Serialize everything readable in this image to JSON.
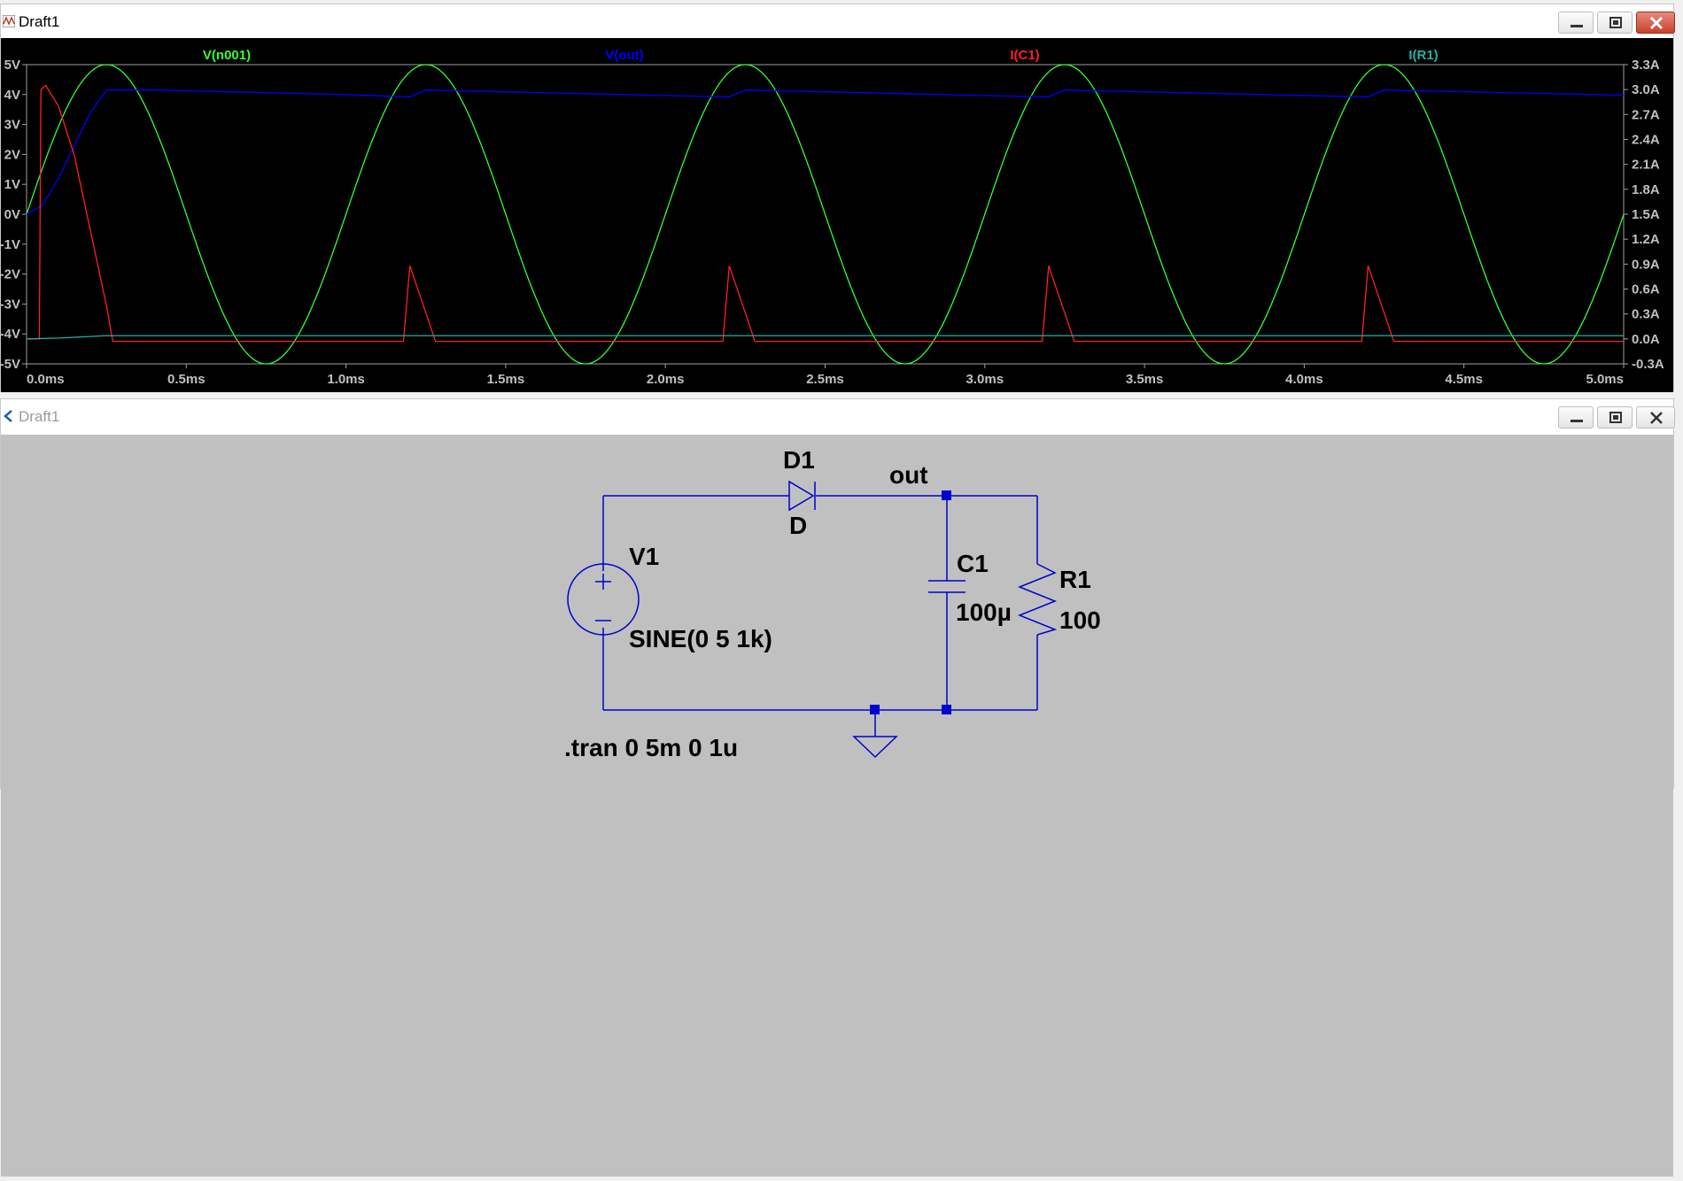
{
  "plot_window": {
    "title": "Draft1",
    "buttons": {
      "minimize": "minimize",
      "maximize": "maximize",
      "close": "close"
    }
  },
  "schematic_window": {
    "title": "Draft1",
    "buttons": {
      "minimize": "minimize",
      "maximize": "maximize",
      "close": "close"
    }
  },
  "chart_data": {
    "type": "line",
    "x_ticks": [
      "0.0ms",
      "0.5ms",
      "1.0ms",
      "1.5ms",
      "2.0ms",
      "2.5ms",
      "3.0ms",
      "3.5ms",
      "4.0ms",
      "4.5ms",
      "5.0ms"
    ],
    "xlim": [
      0,
      5
    ],
    "xunit": "ms",
    "left_ticks": [
      "5V",
      "4V",
      "3V",
      "2V",
      "1V",
      "0V",
      "-1V",
      "-2V",
      "-3V",
      "-4V",
      "-5V"
    ],
    "left_ylim": [
      -5,
      5
    ],
    "right_ticks": [
      "3.3A",
      "3.0A",
      "2.7A",
      "2.4A",
      "2.1A",
      "1.8A",
      "1.5A",
      "1.2A",
      "0.9A",
      "0.6A",
      "0.3A",
      "0.0A",
      "-0.3A"
    ],
    "right_ylim": [
      -0.3,
      3.3
    ],
    "series": [
      {
        "name": "V(n001)",
        "color": "#33ff33",
        "axis": "left",
        "kind": "sine",
        "amplitude": 5,
        "frequency_khz": 1
      },
      {
        "name": "V(out)",
        "color": "#0000ff",
        "axis": "left",
        "points": [
          [
            0,
            0
          ],
          [
            0.05,
            0.3
          ],
          [
            0.1,
            1.2
          ],
          [
            0.15,
            2.3
          ],
          [
            0.2,
            3.4
          ],
          [
            0.25,
            4.15
          ],
          [
            0.4,
            4.15
          ],
          [
            1.0,
            4.0
          ],
          [
            1.2,
            3.92
          ],
          [
            1.25,
            4.15
          ],
          [
            2.2,
            3.92
          ],
          [
            2.25,
            4.15
          ],
          [
            3.2,
            3.92
          ],
          [
            3.25,
            4.15
          ],
          [
            4.2,
            3.92
          ],
          [
            4.25,
            4.15
          ],
          [
            5.0,
            3.98
          ]
        ]
      },
      {
        "name": "I(C1)",
        "color": "#ff2020",
        "axis": "right",
        "points": [
          [
            0,
            0
          ],
          [
            0.04,
            0
          ],
          [
            0.045,
            3.0
          ],
          [
            0.06,
            3.05
          ],
          [
            0.1,
            2.8
          ],
          [
            0.15,
            2.2
          ],
          [
            0.2,
            1.3
          ],
          [
            0.25,
            0.4
          ],
          [
            0.27,
            -0.03
          ],
          [
            1.18,
            -0.03
          ],
          [
            1.2,
            0.88
          ],
          [
            1.26,
            0.2
          ],
          [
            1.28,
            -0.03
          ],
          [
            2.18,
            -0.03
          ],
          [
            2.2,
            0.88
          ],
          [
            2.26,
            0.2
          ],
          [
            2.28,
            -0.03
          ],
          [
            3.18,
            -0.03
          ],
          [
            3.2,
            0.88
          ],
          [
            3.26,
            0.2
          ],
          [
            3.28,
            -0.03
          ],
          [
            4.18,
            -0.03
          ],
          [
            4.2,
            0.88
          ],
          [
            4.26,
            0.2
          ],
          [
            4.28,
            -0.03
          ],
          [
            5.0,
            -0.03
          ]
        ]
      },
      {
        "name": "I(R1)",
        "color": "#20b2aa",
        "axis": "right",
        "points": [
          [
            0,
            0
          ],
          [
            0.1,
            0.01
          ],
          [
            0.25,
            0.04
          ],
          [
            0.3,
            0.04
          ],
          [
            5.0,
            0.04
          ]
        ]
      }
    ]
  },
  "schematic": {
    "components": {
      "diode": {
        "name": "D1",
        "model": "D"
      },
      "net_out": "out",
      "source": {
        "name": "V1",
        "value": "SINE(0 5 1k)"
      },
      "capacitor": {
        "name": "C1",
        "value": "100µ"
      },
      "resistor": {
        "name": "R1",
        "value": "100"
      }
    },
    "directive": ".tran 0 5m 0 1u",
    "wire_color": "#0000cd"
  }
}
